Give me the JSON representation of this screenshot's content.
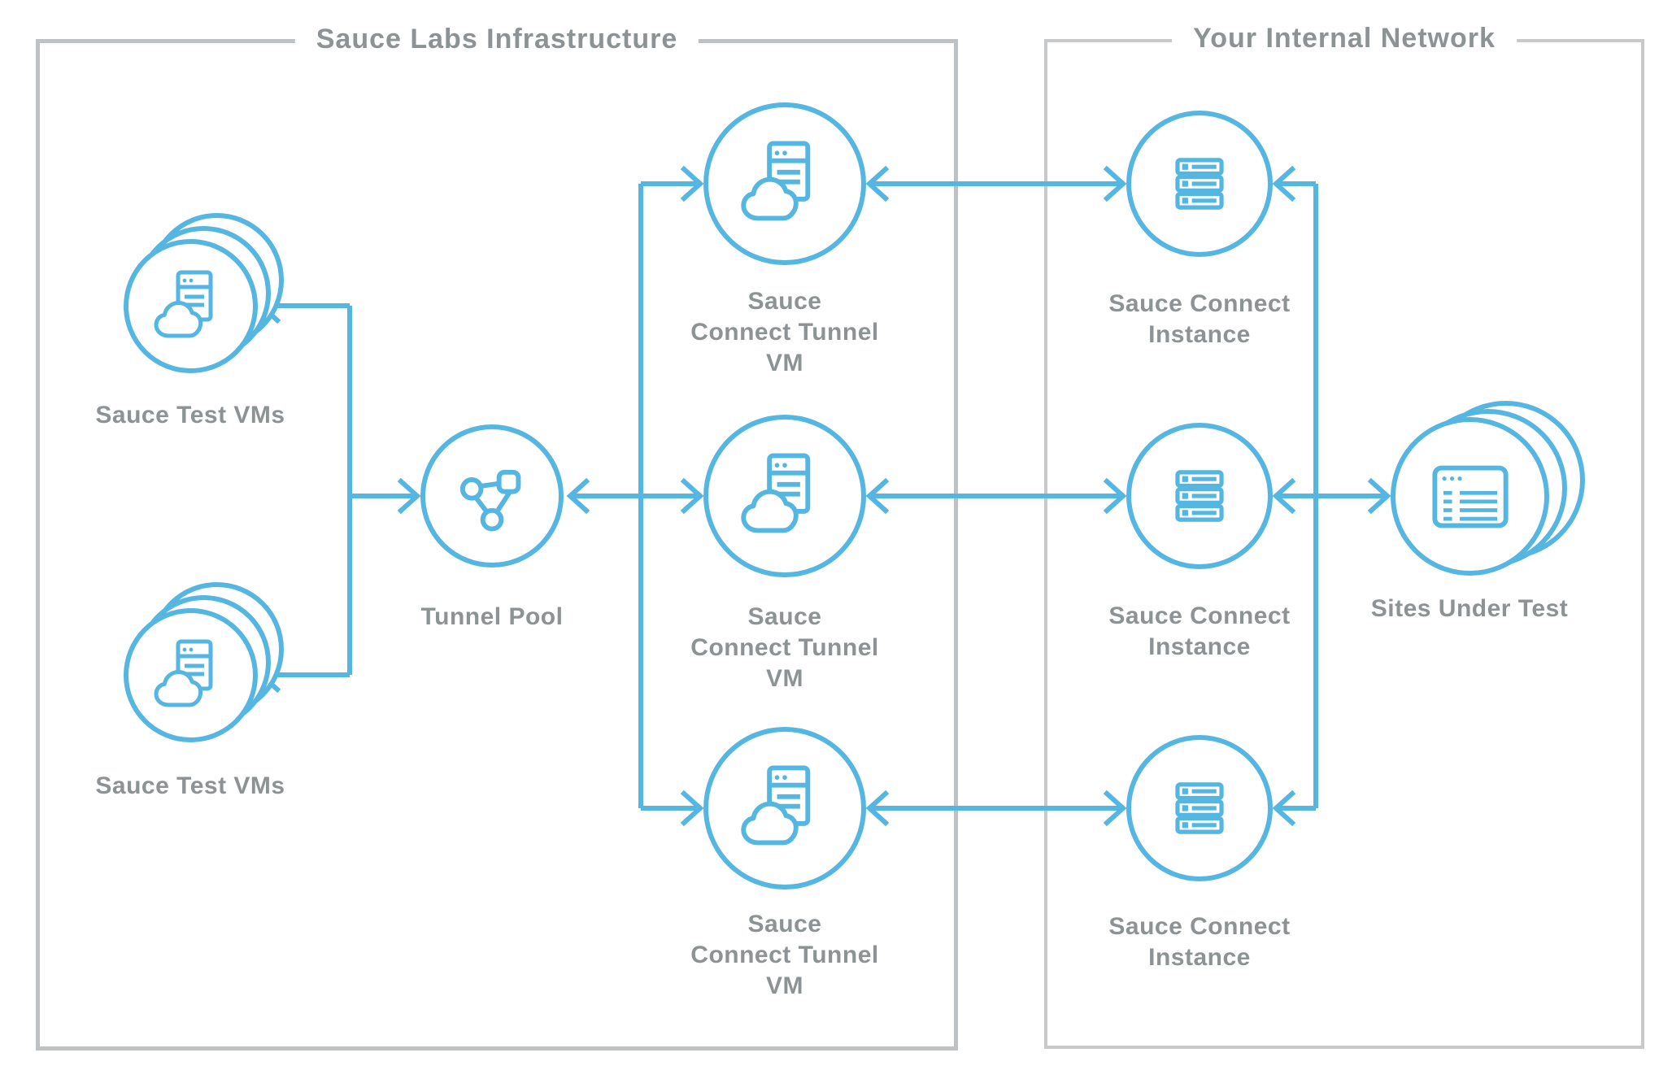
{
  "header": {
    "left_box_title": "Sauce Labs Infrastructure",
    "right_box_title": "Your Internal Network"
  },
  "nodes": {
    "sauce_test_vms_top": {
      "label": "Sauce Test VMs",
      "icon": "cloud-server-icon"
    },
    "sauce_test_vms_bottom": {
      "label": "Sauce Test VMs",
      "icon": "cloud-server-icon"
    },
    "tunnel_pool": {
      "label": "Tunnel Pool",
      "icon": "network-nodes-icon"
    },
    "tunnel_vm_top": {
      "label": "Sauce\nConnect Tunnel\nVM",
      "icon": "cloud-server-icon"
    },
    "tunnel_vm_middle": {
      "label": "Sauce\nConnect Tunnel\nVM",
      "icon": "cloud-server-icon"
    },
    "tunnel_vm_bottom": {
      "label": "Sauce\nConnect Tunnel\nVM",
      "icon": "cloud-server-icon"
    },
    "sc_instance_top": {
      "label": "Sauce Connect\nInstance",
      "icon": "server-rack-icon"
    },
    "sc_instance_middle": {
      "label": "Sauce Connect\nInstance",
      "icon": "server-rack-icon"
    },
    "sc_instance_bottom": {
      "label": "Sauce Connect\nInstance",
      "icon": "server-rack-icon"
    },
    "sites_under_test": {
      "label": "Sites Under Test",
      "icon": "browser-window-icon"
    }
  },
  "colors": {
    "accent_blue": "#55B6E2",
    "label_gray": "#8D9394",
    "left_box_border_gray": "#BFC2C4",
    "right_box_border_gray": "#C7C9CB",
    "background": "#FFFFFF"
  }
}
